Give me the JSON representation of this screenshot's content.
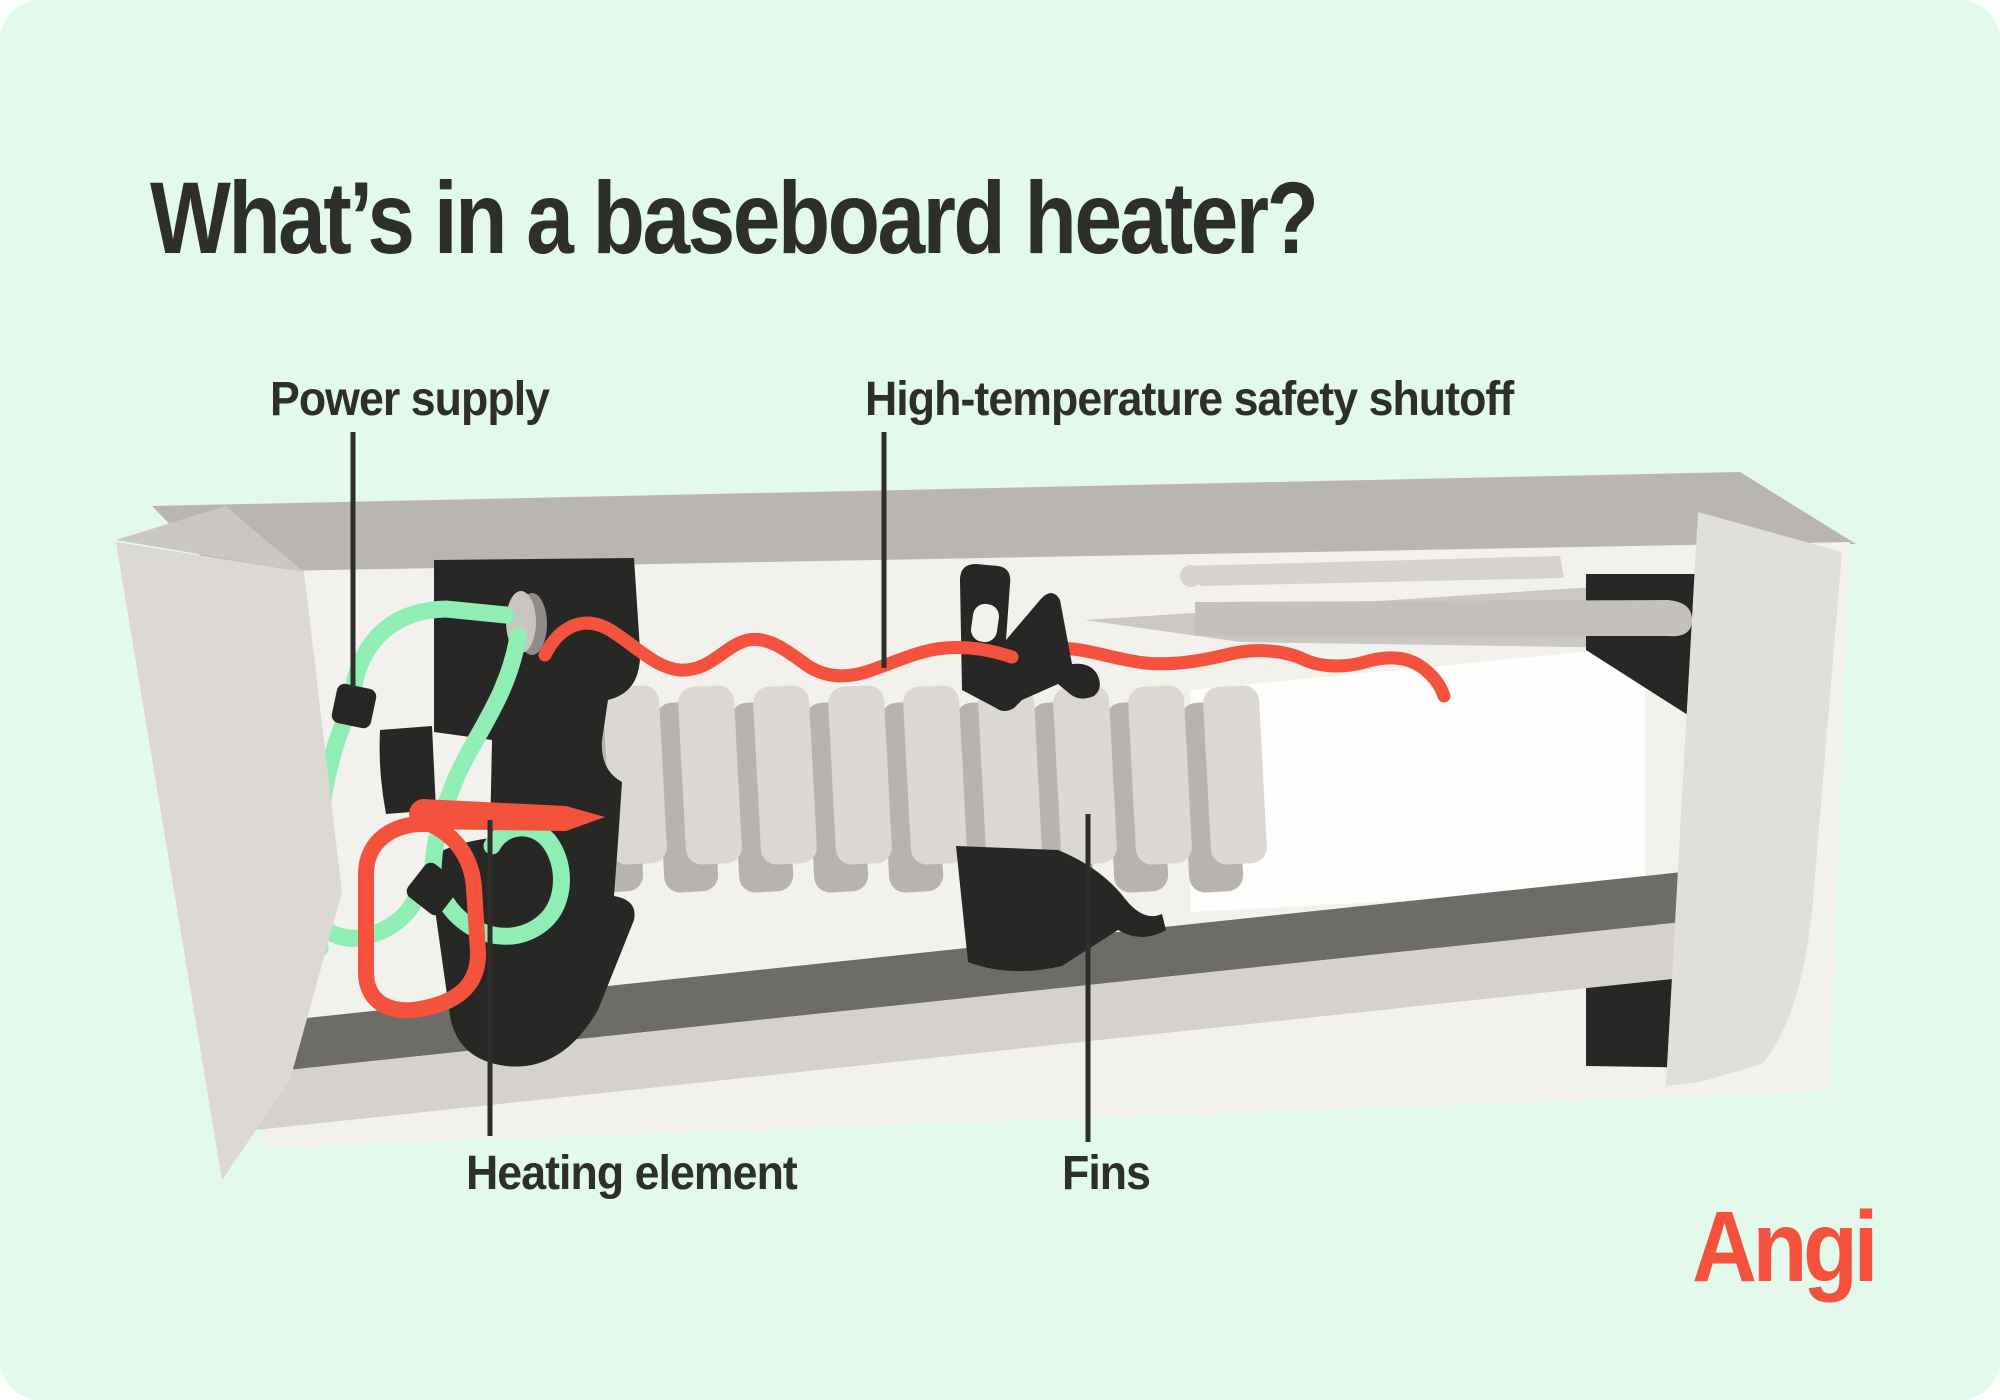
{
  "title": "What’s in a baseboard heater?",
  "labels": {
    "power_supply": "Power supply",
    "safety_shutoff": "High-temperature safety shutoff",
    "heating_element": "Heating element",
    "fins": "Fins"
  },
  "brand": {
    "logo_text": "Angi"
  },
  "colors": {
    "background": "#e2f9ec",
    "ink": "#2e2f2c",
    "wire_red": "#f4523c",
    "wire_green": "#8feeb4",
    "metal_light": "#dcd9d4",
    "metal_mid": "#b9b6b1",
    "metal_dark": "#6d6c69",
    "interior_offwhite": "#f2f1ed",
    "bracket_black": "#272725",
    "brand_coral": "#f4523c"
  }
}
